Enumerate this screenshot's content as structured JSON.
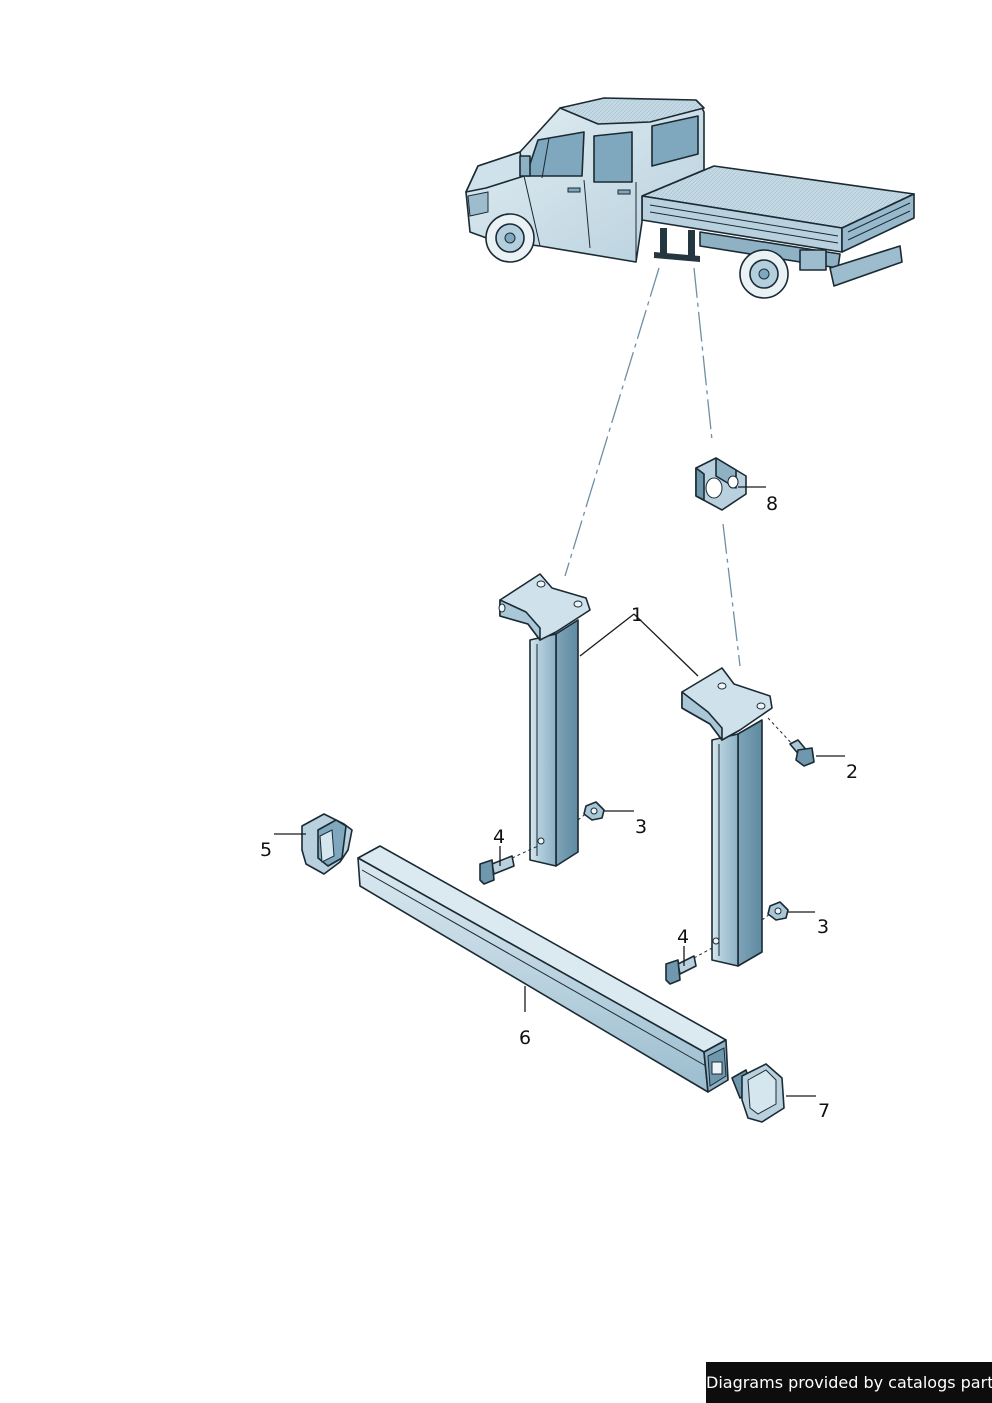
{
  "callouts": {
    "c1": "1",
    "c2": "2",
    "c3a": "3",
    "c3b": "3",
    "c4a": "4",
    "c4b": "4",
    "c5": "5",
    "c6": "6",
    "c7": "7",
    "c8": "8"
  },
  "footer": {
    "credit": "Diagrams provided by catalogs parts"
  },
  "colors": {
    "part_fill": "#a9c7d7",
    "part_dark": "#6f97ad",
    "part_light": "#d5e6ee",
    "outline": "#1b2a33",
    "leader_dash": "#6f8fa3",
    "credit_bg": "#0d0d0d"
  }
}
